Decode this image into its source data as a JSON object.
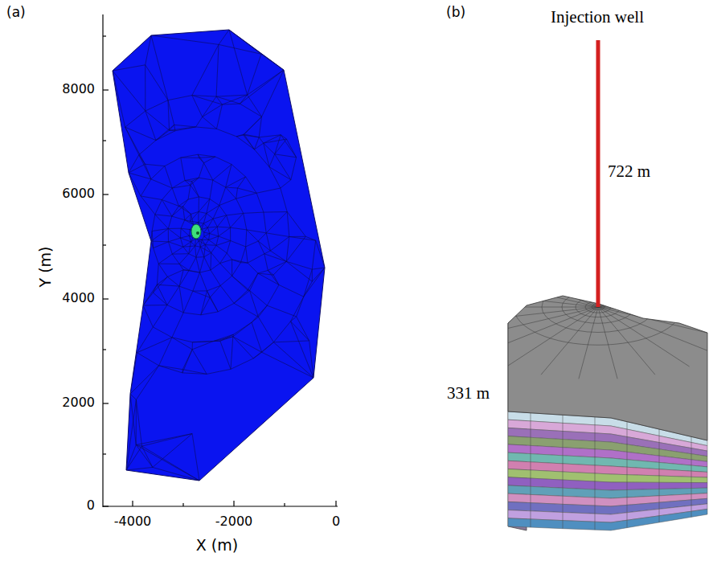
{
  "diagram": {
    "labels": [
      "(a)",
      "8000",
      "6000",
      "4000",
      "2000",
      "0",
      "Y (m)",
      "-4000",
      "-2000",
      "0",
      "X (m)",
      "(b)",
      "Injection well",
      "722 m",
      "331 m"
    ]
  }
}
